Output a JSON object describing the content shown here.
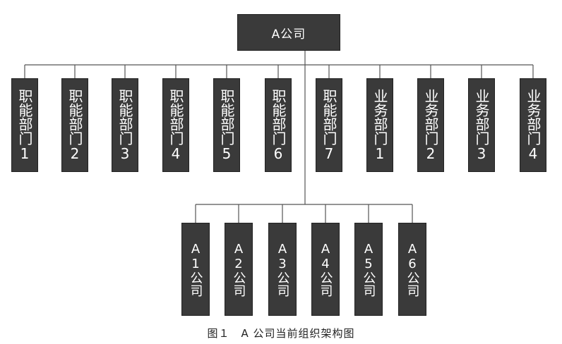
{
  "root": {
    "label": "A公司"
  },
  "departments": [
    {
      "label": "职能部门1"
    },
    {
      "label": "职能部门2"
    },
    {
      "label": "职能部门3"
    },
    {
      "label": "职能部门4"
    },
    {
      "label": "职能部门5"
    },
    {
      "label": "职能部门6"
    },
    {
      "label": "职能部门7"
    },
    {
      "label": "业务部门1"
    },
    {
      "label": "业务部门2"
    },
    {
      "label": "业务部门3"
    },
    {
      "label": "业务部门4"
    }
  ],
  "subsidiaries": [
    {
      "label": "A1公司"
    },
    {
      "label": "A2公司"
    },
    {
      "label": "A3公司"
    },
    {
      "label": "A4公司"
    },
    {
      "label": "A5公司"
    },
    {
      "label": "A6公司"
    }
  ],
  "caption": "图１　A 公司当前组织架构图",
  "colors": {
    "box": "#3a3a3a",
    "text": "#ffffff",
    "line": "#555555"
  }
}
